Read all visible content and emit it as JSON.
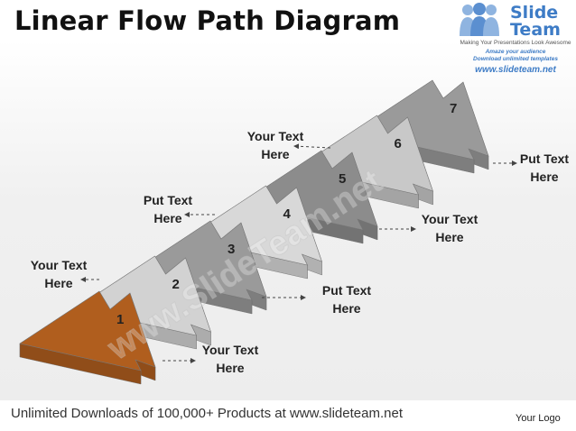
{
  "title": "Linear Flow Path Diagram",
  "logo": {
    "word1": "Slide",
    "word2": "Team",
    "tagline": "Making Your Presentations Look Awesome",
    "promo1": "Amaze your audience",
    "promo2": "Download unlimited templates",
    "url": "www.slideteam.net"
  },
  "watermark": "www.SlideTeam.net",
  "steps": [
    {
      "number": "1",
      "color": "#b05e1e"
    },
    {
      "number": "2",
      "color": "#d2d2d2"
    },
    {
      "number": "3",
      "color": "#9a9a9a"
    },
    {
      "number": "4",
      "color": "#d8d8d8"
    },
    {
      "number": "5",
      "color": "#8c8c8c"
    },
    {
      "number": "6",
      "color": "#c8c8c8"
    },
    {
      "number": "7",
      "color": "#9a9a9a"
    }
  ],
  "labels": [
    {
      "line1": "Your Text",
      "line2": "Here"
    },
    {
      "line1": "Your Text",
      "line2": "Here"
    },
    {
      "line1": "Put Text",
      "line2": "Here"
    },
    {
      "line1": "Put Text",
      "line2": "Here"
    },
    {
      "line1": "Your Text",
      "line2": "Here"
    },
    {
      "line1": "Your Text",
      "line2": "Here"
    },
    {
      "line1": "Put Text",
      "line2": "Here"
    }
  ],
  "footer": "Unlimited Downloads of 100,000+ Products at www.slideteam.net",
  "your_logo": "Your Logo"
}
